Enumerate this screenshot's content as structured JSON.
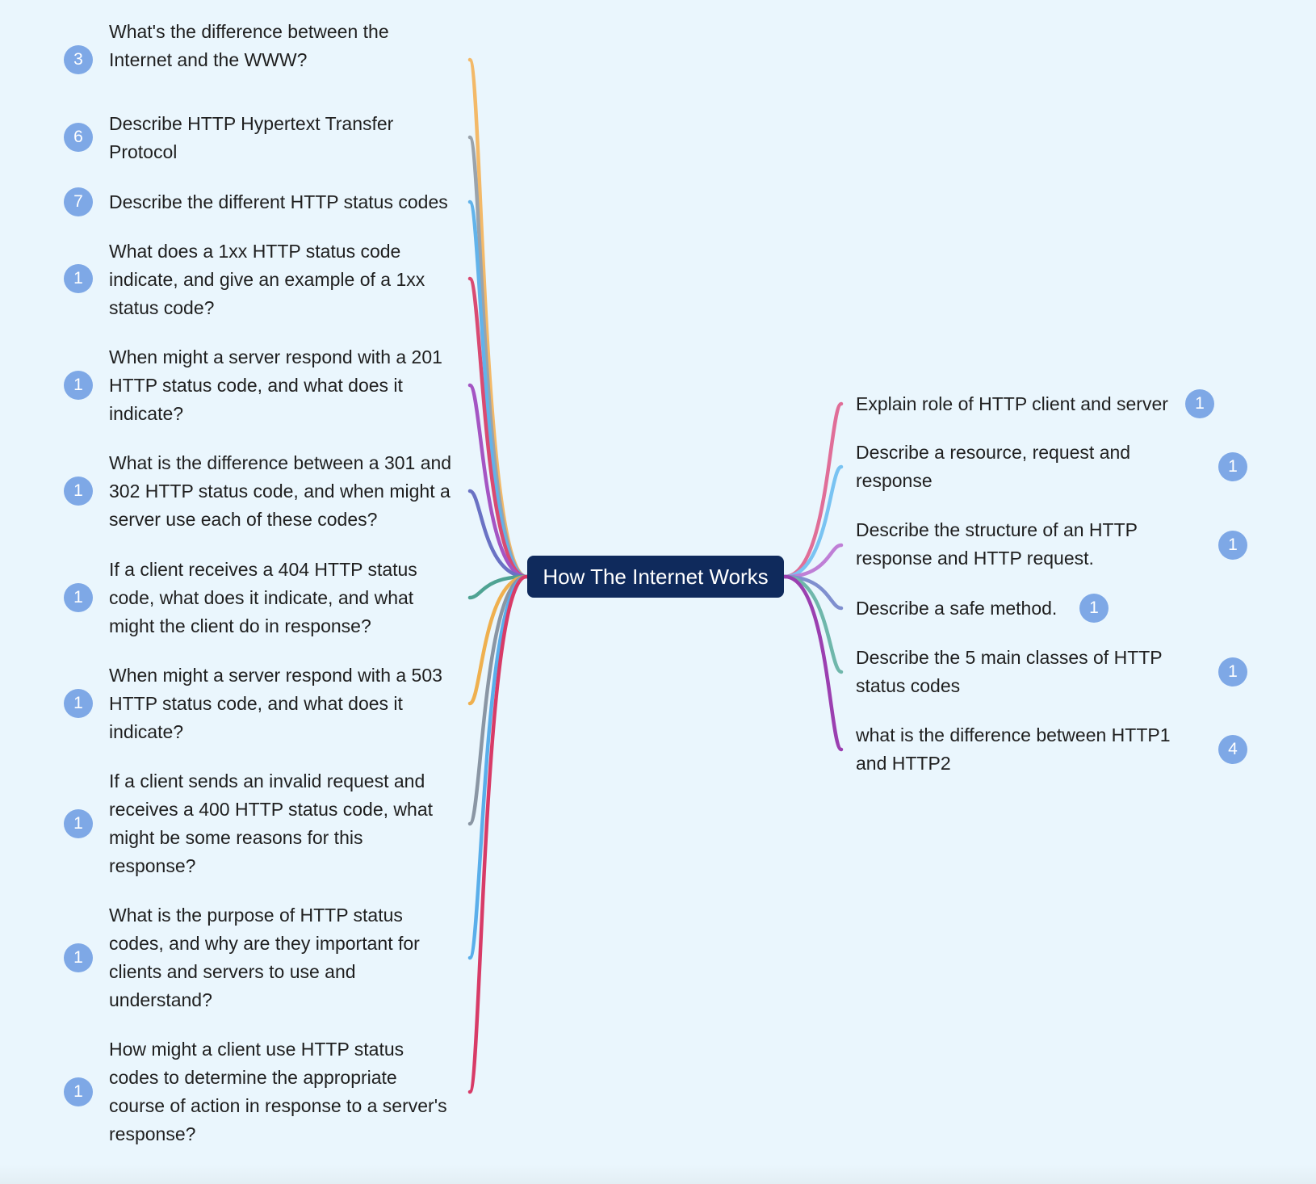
{
  "root": {
    "label": "How The Internet Works"
  },
  "colors": {
    "background": "#eaf6fd",
    "root_fill": "#0f2a5c",
    "badge_fill": "#7ea8e6"
  },
  "left_topics": [
    {
      "lines": [
        "What's the difference between the",
        "Internet and the WWW?"
      ],
      "count": "3",
      "color": "#f3b968"
    },
    {
      "lines": [
        "Describe HTTP Hypertext Transfer",
        "Protocol"
      ],
      "count": "6",
      "color": "#9aa3ab"
    },
    {
      "lines": [
        "Describe the different HTTP status codes"
      ],
      "count": "7",
      "color": "#62b3ea"
    },
    {
      "lines": [
        "What does a 1xx HTTP status code",
        "indicate, and give an example of a 1xx",
        "status code?"
      ],
      "count": "1",
      "color": "#d94a72"
    },
    {
      "lines": [
        "When might a server respond with a 201",
        "HTTP status code, and what does it",
        "indicate?"
      ],
      "count": "1",
      "color": "#a455c3"
    },
    {
      "lines": [
        "What is the difference between a 301 and",
        "302 HTTP status code, and when might a",
        "server use each of these codes?"
      ],
      "count": "1",
      "color": "#6a72c4"
    },
    {
      "lines": [
        "If a client receives a 404 HTTP status",
        "code, what does it indicate, and what",
        "might the client do in response?"
      ],
      "count": "1",
      "color": "#4fa393"
    },
    {
      "lines": [
        "When might a server respond with a 503",
        "HTTP status code, and what does it",
        "indicate?"
      ],
      "count": "1",
      "color": "#efb04f"
    },
    {
      "lines": [
        "If a client sends an invalid request and",
        "receives a 400 HTTP status code, what",
        "might be some reasons for this",
        "response?"
      ],
      "count": "1",
      "color": "#8a96a4"
    },
    {
      "lines": [
        "What is the purpose of HTTP status",
        "codes, and why are they important for",
        "clients and servers to use and",
        "understand?"
      ],
      "count": "1",
      "color": "#5aaeea"
    },
    {
      "lines": [
        "How might a client use HTTP status",
        "codes to determine the appropriate",
        "course of action in response to a server's",
        "response?"
      ],
      "count": "1",
      "color": "#d83b67"
    }
  ],
  "right_topics": [
    {
      "lines": [
        "Explain role of HTTP client and server"
      ],
      "count": "1",
      "color": "#e06e98"
    },
    {
      "lines": [
        "Describe a resource, request and",
        "response"
      ],
      "count": "1",
      "color": "#79c3f2"
    },
    {
      "lines": [
        "Describe the structure of an HTTP",
        "response and HTTP request."
      ],
      "count": "1",
      "color": "#bf7fd6"
    },
    {
      "lines": [
        "Describe a safe method."
      ],
      "count": "1",
      "color": "#7f8fcf"
    },
    {
      "lines": [
        "Describe the 5 main classes of HTTP",
        "status codes"
      ],
      "count": "1",
      "color": "#6fb7ab"
    },
    {
      "lines": [
        "what is the difference between HTTP1",
        "and HTTP2"
      ],
      "count": "4",
      "color": "#9b3fb0"
    }
  ]
}
